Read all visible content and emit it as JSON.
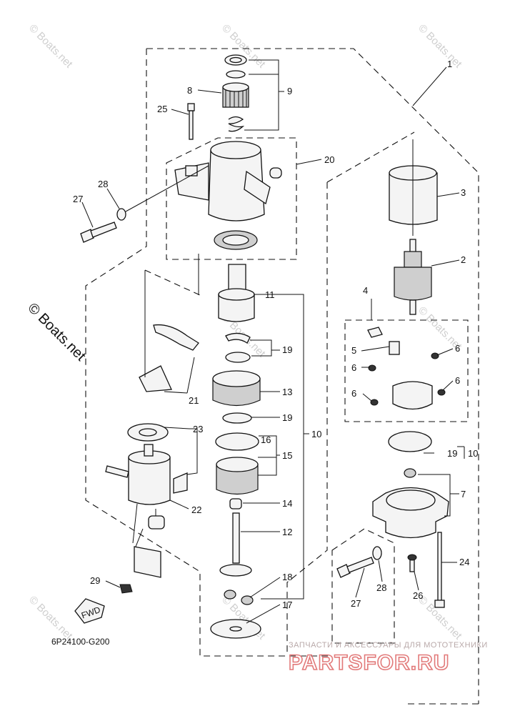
{
  "callouts": {
    "c1": "1",
    "c2": "2",
    "c3": "3",
    "c4": "4",
    "c5": "5",
    "c6a": "6",
    "c6b": "6",
    "c6c": "6",
    "c6d": "6",
    "c7": "7",
    "c8": "8",
    "c9": "9",
    "c10a": "10",
    "c10b": "10",
    "c11": "11",
    "c12": "12",
    "c13": "13",
    "c14": "14",
    "c15": "15",
    "c16": "16",
    "c17": "17",
    "c18": "18",
    "c19a": "19",
    "c19b": "19",
    "c19c": "19",
    "c20": "20",
    "c21": "21",
    "c22": "22",
    "c23": "23",
    "c24": "24",
    "c25": "25",
    "c26": "26",
    "c27a": "27",
    "c27b": "27",
    "c28a": "28",
    "c28b": "28",
    "c29": "29"
  },
  "fwd_label": "FWD",
  "diagram_code": "6P24100-G200",
  "watermark": {
    "text": "© Boats.net"
  },
  "branding": {
    "tagline": "ЗАПЧАСТИ И АКСЕССУАРЫ ДЛЯ МОТОТЕХНИКИ",
    "logo": "PARTSFOR.RU"
  }
}
